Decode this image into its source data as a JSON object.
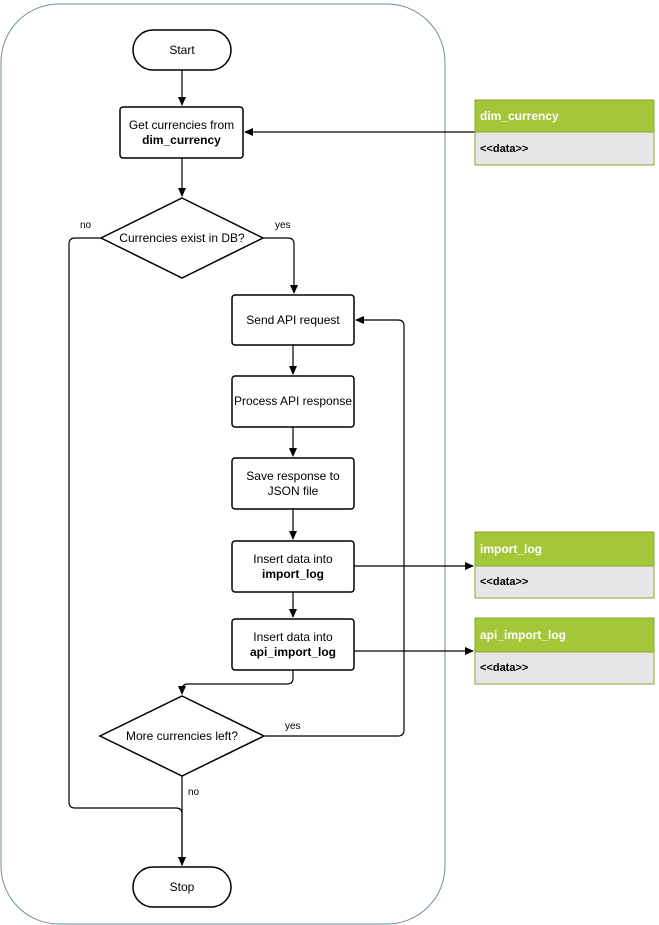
{
  "nodes": {
    "start": "Start",
    "get_currencies": {
      "line1": "Get currencies from",
      "line2": "dim_currency"
    },
    "currencies_exist": "Currencies exist in DB?",
    "send_api": "Send API request",
    "process_api": "Process API response",
    "save_json": {
      "line1": "Save response to",
      "line2": "JSON file"
    },
    "insert_import": {
      "line1": "Insert data into",
      "line2": "import_log"
    },
    "insert_api": {
      "line1": "Insert data into",
      "line2": "api_import_log"
    },
    "more_left": "More currencies left?",
    "stop": "Stop"
  },
  "edges": {
    "exist_no": "no",
    "exist_yes": "yes",
    "more_yes": "yes",
    "more_no": "no"
  },
  "entities": [
    {
      "title": "dim_currency",
      "body": "<<data>>"
    },
    {
      "title": "import_log",
      "body": "<<data>>"
    },
    {
      "title": "api_import_log",
      "body": "<<data>>"
    }
  ],
  "colors": {
    "entity_header": "#a4c639",
    "entity_body": "#e6e6e6",
    "container_border": "#6f8f9e",
    "stroke": "#000000"
  }
}
